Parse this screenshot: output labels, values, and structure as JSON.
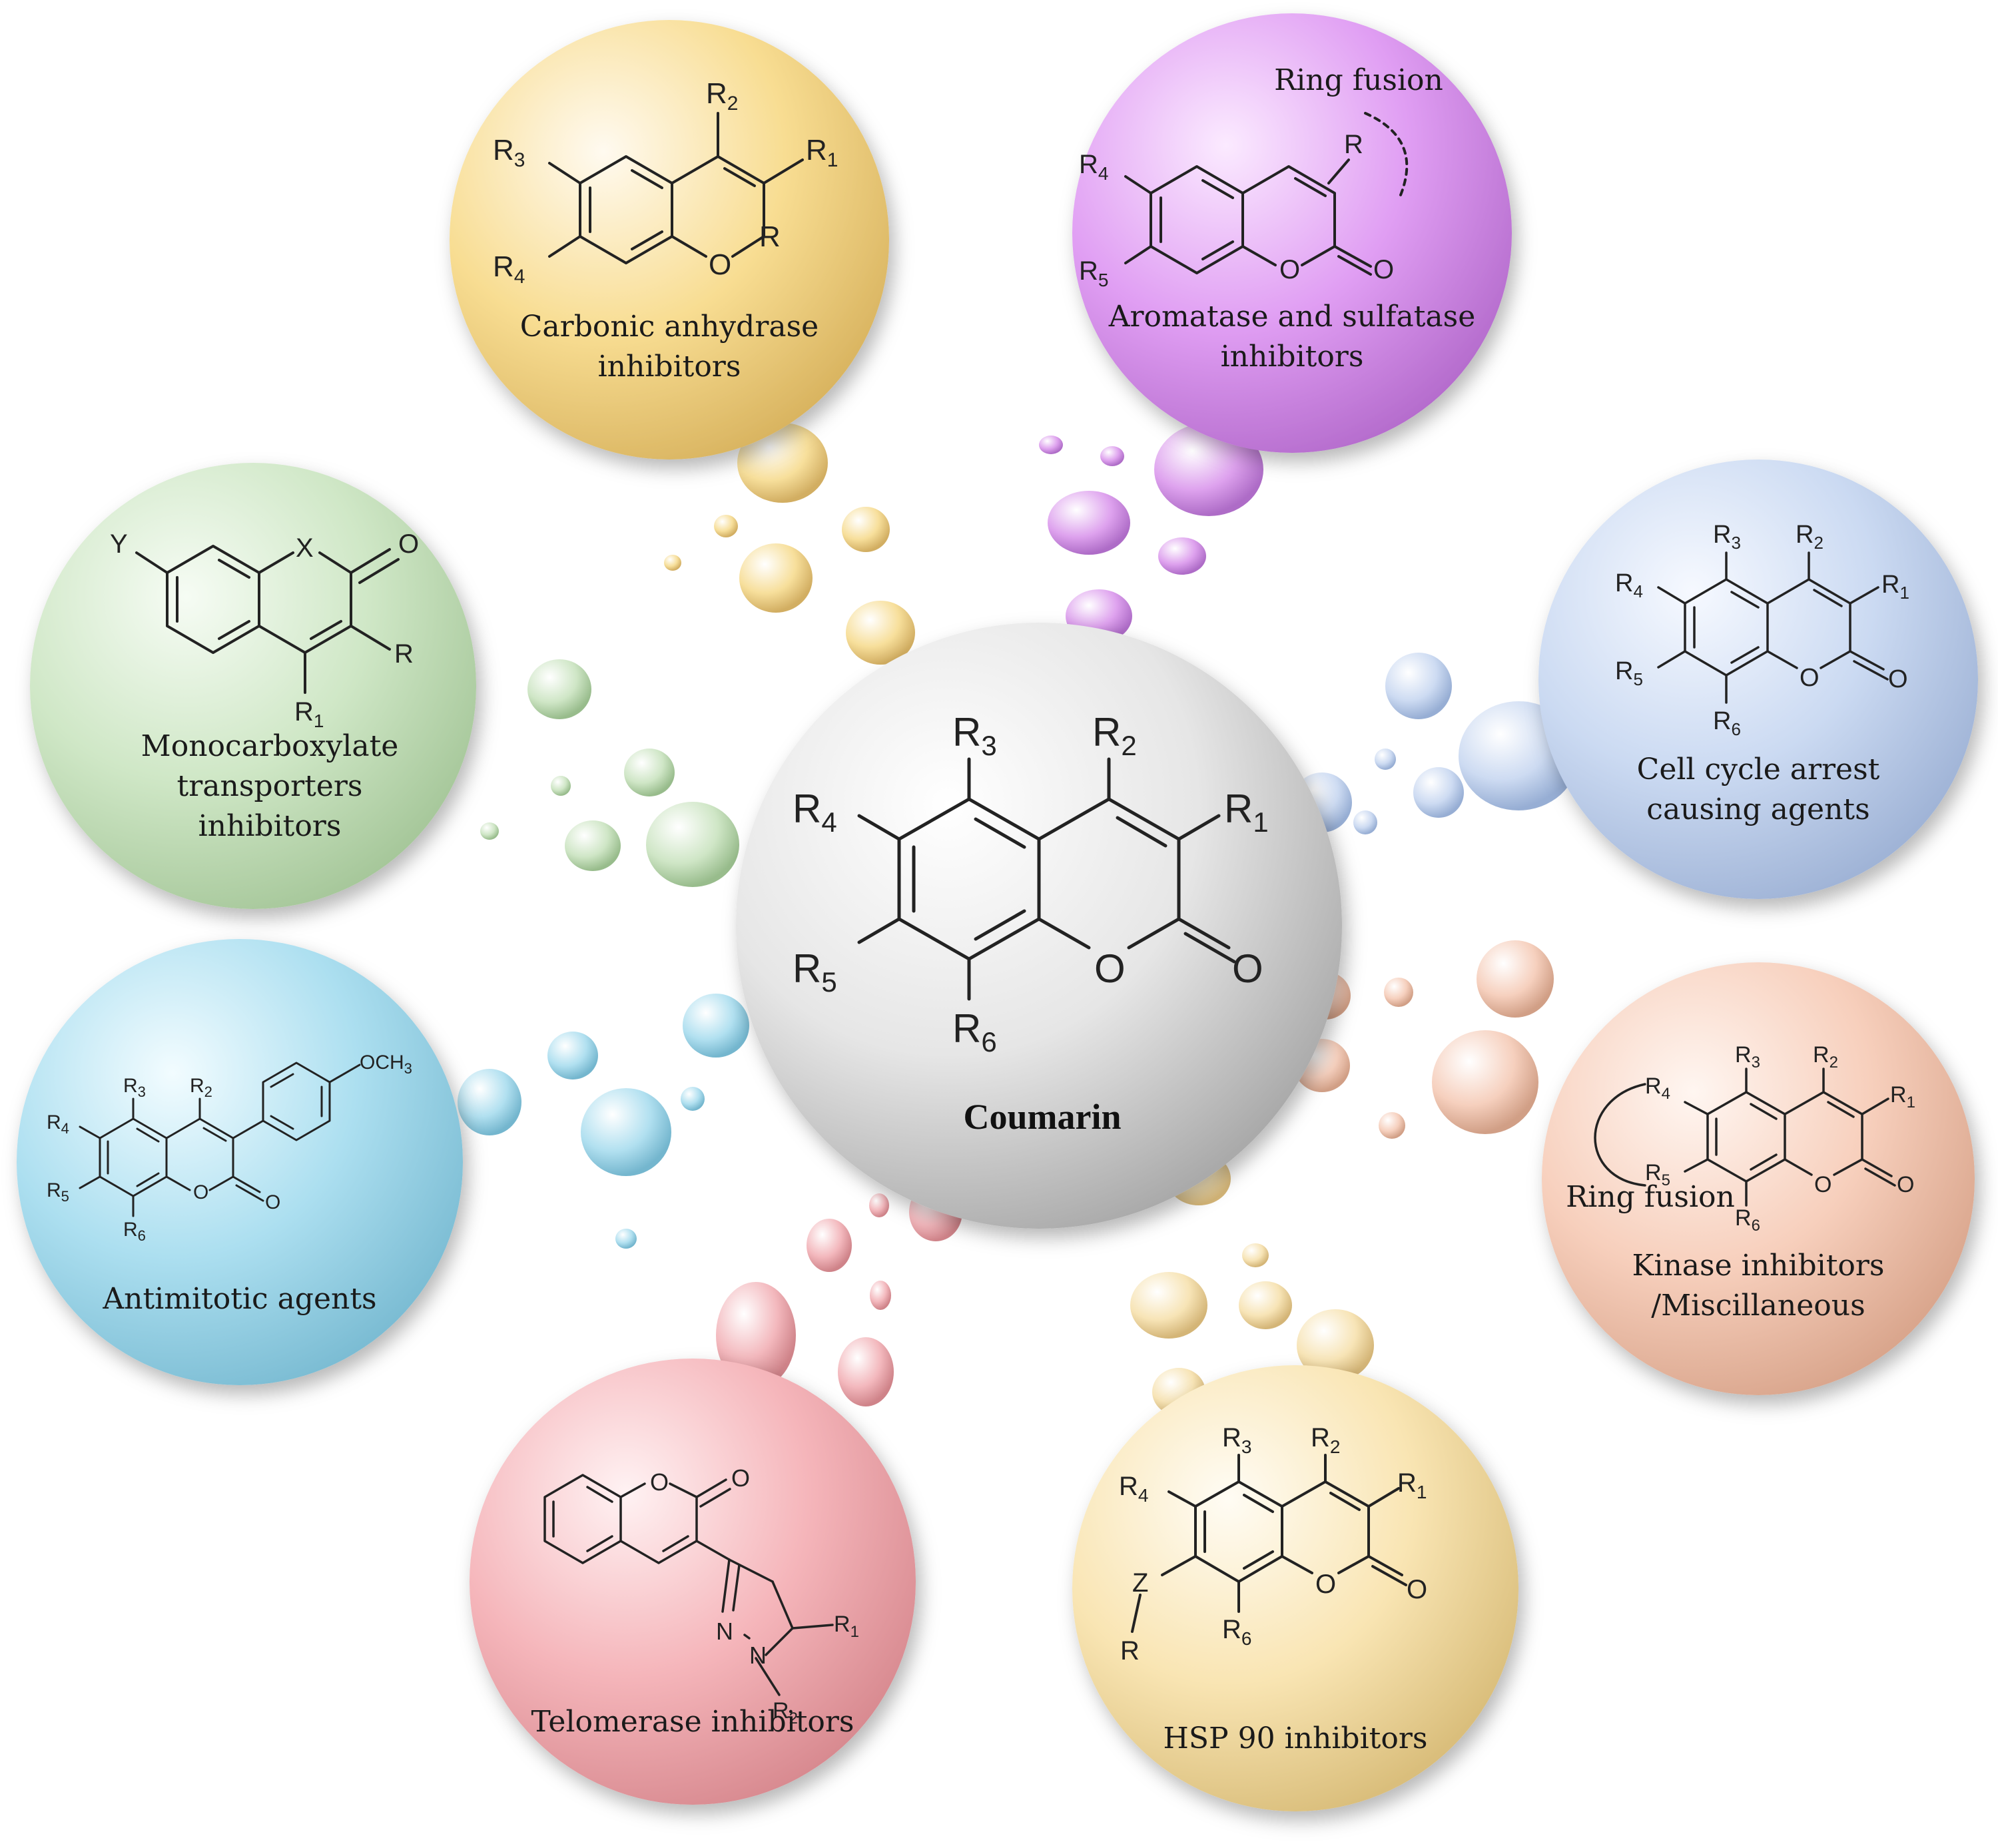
{
  "center": {
    "name": "Coumarin",
    "atoms": {
      "r1": "R",
      "r1s": "1",
      "r2": "R",
      "r2s": "2",
      "r3": "R",
      "r3s": "3",
      "r4": "R",
      "r4s": "4",
      "r5": "R",
      "r5s": "5",
      "r6": "R",
      "r6s": "6",
      "o_ring": "O",
      "o_keto": "O"
    }
  },
  "carbonic": {
    "label_lines": [
      "Carbonic anhydrase",
      "inhibitors"
    ],
    "atoms": {
      "r1": "R",
      "r1s": "1",
      "r2": "R",
      "r2s": "2",
      "r3": "R",
      "r3s": "3",
      "r4": "R",
      "r4s": "4",
      "o": "O",
      "r": "R"
    }
  },
  "aromatase": {
    "label_lines": [
      "Aromatase and sulfatase",
      "inhibitors"
    ],
    "annotation": "Ring fusion",
    "atoms": {
      "r": "R",
      "r4": "R",
      "r4s": "4",
      "r5": "R",
      "r5s": "5",
      "o_ring": "O",
      "o_keto": "O"
    }
  },
  "monocarboxylate": {
    "label_lines": [
      "Monocarboxylate",
      "transporters",
      "inhibitors"
    ],
    "atoms": {
      "y": "Y",
      "x": "X",
      "o": "O",
      "r": "R",
      "r1": "R",
      "r1s": "1"
    }
  },
  "cellcycle": {
    "label_lines": [
      "Cell cycle arrest",
      "causing agents"
    ],
    "atoms": {
      "r1": "R",
      "r1s": "1",
      "r2": "R",
      "r2s": "2",
      "r3": "R",
      "r3s": "3",
      "r4": "R",
      "r4s": "4",
      "r5": "R",
      "r5s": "5",
      "r6": "R",
      "r6s": "6",
      "o_ring": "O",
      "o_keto": "O"
    }
  },
  "antimitotic": {
    "label_lines": [
      "Antimitotic agents"
    ],
    "atoms": {
      "och3": "OCH",
      "och3s": "3",
      "r2": "R",
      "r2s": "2",
      "r3": "R",
      "r3s": "3",
      "r4": "R",
      "r4s": "4",
      "r5": "R",
      "r5s": "5",
      "r6": "R",
      "r6s": "6",
      "o_ring": "O",
      "o_keto": "O"
    }
  },
  "kinase": {
    "label_lines": [
      "Kinase inhibitors",
      "/Miscillaneous"
    ],
    "annotation": "Ring fusion",
    "atoms": {
      "r1": "R",
      "r1s": "1",
      "r2": "R",
      "r2s": "2",
      "r3": "R",
      "r3s": "3",
      "r4": "R",
      "r4s": "4",
      "r5": "R",
      "r5s": "5",
      "r6": "R",
      "r6s": "6",
      "o_ring": "O",
      "o_keto": "O"
    }
  },
  "telomerase": {
    "label_lines": [
      "Telomerase inhibitors"
    ],
    "atoms": {
      "o_ring": "O",
      "o_keto": "O",
      "n1": "N",
      "n2": "N",
      "r1": "R",
      "r1s": "1",
      "r2": "R",
      "r2s": "2"
    }
  },
  "hsp90": {
    "label_lines": [
      "HSP 90 inhibitors"
    ],
    "atoms": {
      "r1": "R",
      "r1s": "1",
      "r2": "R",
      "r2s": "2",
      "r3": "R",
      "r3s": "3",
      "r4": "R",
      "r4s": "4",
      "r6": "R",
      "r6s": "6",
      "z": "Z",
      "r": "R",
      "o_ring": "O",
      "o_keto": "O"
    }
  },
  "colors": {
    "carbonic": "#f6dc8f",
    "aromatase": "#de9af0",
    "monocarboxylate": "#cde6c4",
    "cellcycle": "#c9d8f0",
    "antimitotic": "#aadff0",
    "kinase": "#f6cdb9",
    "telomerase": "#f4b3b8",
    "hsp90": "#f8e4b0",
    "center": "#e4e4e4"
  }
}
